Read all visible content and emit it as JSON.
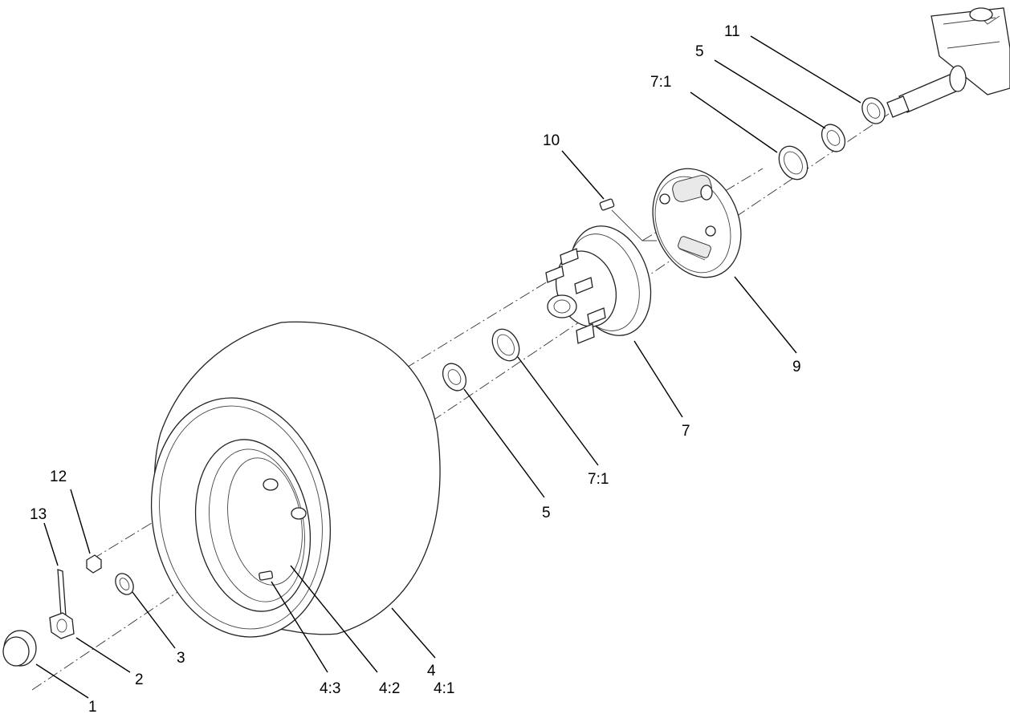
{
  "diagram": {
    "callouts": [
      {
        "id": "c1",
        "text": "1"
      },
      {
        "id": "c2",
        "text": "2"
      },
      {
        "id": "c3",
        "text": "3"
      },
      {
        "id": "c4",
        "text": "4"
      },
      {
        "id": "c41",
        "text": "4:1"
      },
      {
        "id": "c42",
        "text": "4:2"
      },
      {
        "id": "c43",
        "text": "4:3"
      },
      {
        "id": "c5a",
        "text": "5"
      },
      {
        "id": "c5b",
        "text": "5"
      },
      {
        "id": "c71a",
        "text": "7:1"
      },
      {
        "id": "c71b",
        "text": "7:1"
      },
      {
        "id": "c7",
        "text": "7"
      },
      {
        "id": "c9",
        "text": "9"
      },
      {
        "id": "c10",
        "text": "10"
      },
      {
        "id": "c11",
        "text": "11"
      },
      {
        "id": "c12",
        "text": "12"
      },
      {
        "id": "c13",
        "text": "13"
      }
    ]
  }
}
